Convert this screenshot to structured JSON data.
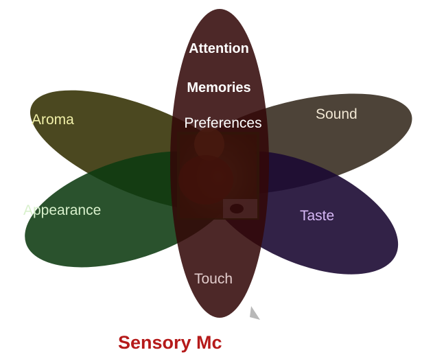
{
  "diagram": {
    "petals": [
      {
        "id": "aroma",
        "label": "Aroma",
        "fill": "#3d3a0f",
        "text_color": "#f1f0a8"
      },
      {
        "id": "sound",
        "label": "Sound",
        "fill": "#3a2f22",
        "text_color": "#f0e6d2"
      },
      {
        "id": "appearance",
        "label": "Appearance",
        "fill": "#0c3a10",
        "text_color": "#d8f0cc"
      },
      {
        "id": "taste",
        "label": "Taste",
        "fill": "#1c0a33",
        "text_color": "#d7b8f6"
      },
      {
        "id": "central",
        "fill": "#330808"
      }
    ],
    "central_labels": [
      {
        "id": "attention",
        "label": "Attention"
      },
      {
        "id": "memories",
        "label": "Memories"
      },
      {
        "id": "preferences",
        "label": "Preferences"
      },
      {
        "id": "touch",
        "label": "Touch"
      }
    ],
    "central_text_color": "#ffffff",
    "touch_text_color": "#e2cccc",
    "title": "Sensory Mc",
    "title_color": "#b51a1a"
  }
}
